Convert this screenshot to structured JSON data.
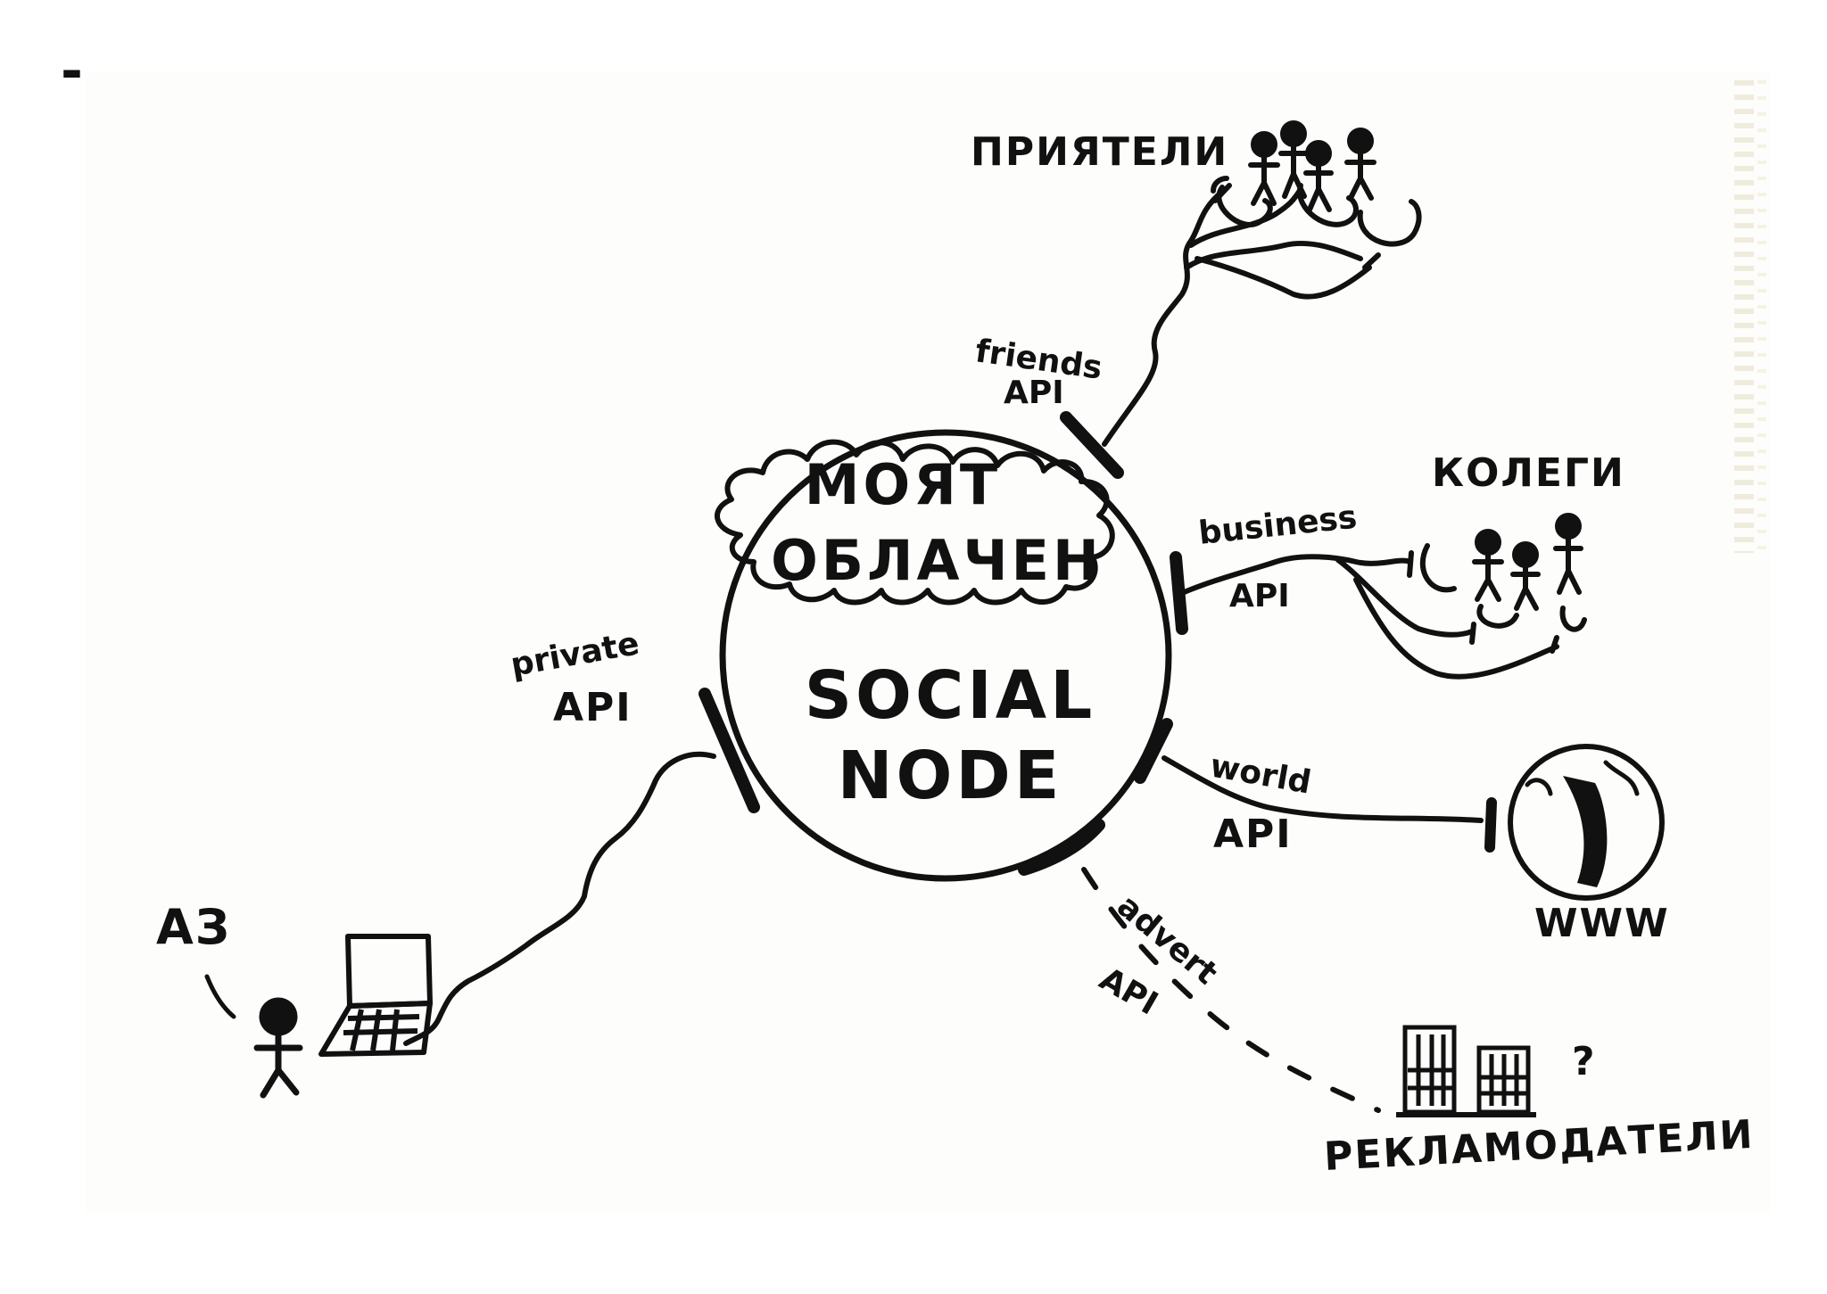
{
  "center": {
    "line1": "МОЯТ",
    "line2": "ОБЛАЧЕН",
    "line3": "SOCIAL",
    "line4": "NODE"
  },
  "branches": {
    "friends": {
      "api_top": "friends",
      "api_bottom": "API",
      "target": "ПРИЯТЕЛИ"
    },
    "business": {
      "api_top": "business",
      "api_bottom": "API",
      "target": "КОЛЕГИ"
    },
    "world": {
      "api_top": "world",
      "api_bottom": "API",
      "target": "WWW"
    },
    "advert": {
      "api_top": "advert",
      "api_bottom": "API",
      "target": "РЕКЛАМОДАТЕЛИ",
      "mark": "?"
    },
    "private": {
      "api_top": "private",
      "api_bottom": "API",
      "target": "АЗ"
    }
  },
  "corner_mark": "-"
}
